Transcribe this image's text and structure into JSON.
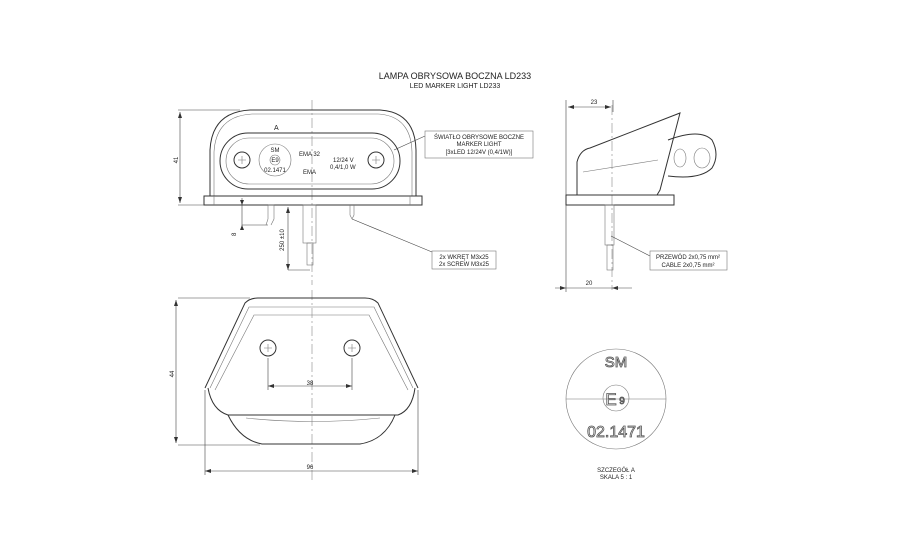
{
  "title": {
    "main": "LAMPA OBRYSOWA BOCZNA LD233",
    "sub": "LED MARKER LIGHT LD233"
  },
  "front_view": {
    "detail_marker": "A",
    "mark_sm": "SM",
    "mark_e": "E9",
    "mark_code": "02.1471",
    "ema_top": "EMA 32",
    "ema_bottom": "EMA",
    "voltage": "12/24 V",
    "power": "0,4/1,0 W",
    "dim_height": "41",
    "dim_screw": "8",
    "dim_cable": "250 ±10"
  },
  "callouts": {
    "lamp_pl": "ŚWIATŁO OBRYSOWE BOCZNE",
    "lamp_en": "MARKER LIGHT",
    "lamp_spec": "[3xLED 12/24V (0,4/1W)]",
    "screw_pl": "2x WKRĘT M3x25",
    "screw_en": "2x SCREW M3x25",
    "cable_pl": "PRZEWÓD 2x0,75 mm²",
    "cable_en": "CABLE 2x0,75 mm²"
  },
  "side_view": {
    "dim_top": "23",
    "dim_bottom": "20"
  },
  "bottom_view": {
    "dim_height": "44",
    "dim_holes": "38",
    "dim_width": "96"
  },
  "detail": {
    "sm": "SM",
    "e": "E",
    "e_num": "9",
    "code": "02.1471",
    "caption_pl": "SZCZEGÓŁ A",
    "caption_scale": "SKALA 5 : 1"
  }
}
